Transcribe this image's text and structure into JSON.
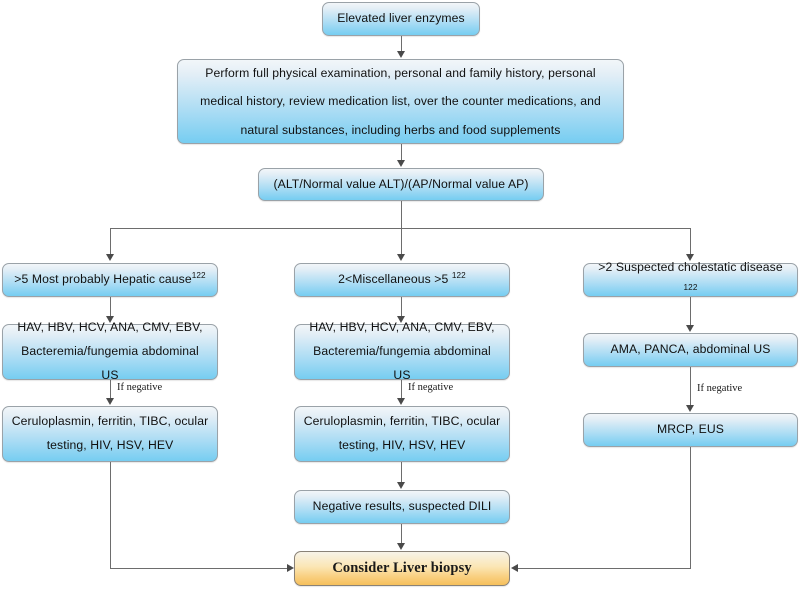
{
  "diagram": {
    "title": "Elevated liver enzymes diagnostic algorithm",
    "colors": {
      "node_fill_top": "#f2f6f9",
      "node_fill_bottom": "#76cdf1",
      "node_border": "#9aa2a8",
      "final_fill_top": "#f7f3e8",
      "final_fill_bottom": "#f6c05c",
      "connector": "#6d6d6d"
    }
  },
  "nodes": {
    "start": {
      "label": "Elevated liver enzymes"
    },
    "workup": {
      "label": "Perform full physical examination, personal and family history, personal\nmedical history, review medication list, over the counter medications, and\nnatural substances, including herbs and food supplements"
    },
    "ratio": {
      "label": "(ALT/Normal value ALT)/(AP/Normal value AP)"
    },
    "branch_hepatic": {
      "label": ">5 Most probably Hepatic cause",
      "ref": "122"
    },
    "branch_misc": {
      "label": "2<Miscellaneous >5 ",
      "ref": "122"
    },
    "branch_cholestatic": {
      "label": ">2 Suspected cholestatic disease ",
      "ref": "122"
    },
    "hepatic_tests_1": {
      "label": "HAV, HBV, HCV, ANA, CMV, EBV,\nBacteremia/fungemia abdominal US"
    },
    "hepatic_tests_2": {
      "label": "Ceruloplasmin, ferritin, TIBC, ocular\ntesting, HIV, HSV, HEV"
    },
    "misc_tests_1": {
      "label": "HAV, HBV, HCV, ANA, CMV, EBV,\nBacteremia/fungemia abdominal US"
    },
    "misc_tests_2": {
      "label": "Ceruloplasmin, ferritin, TIBC, ocular\ntesting, HIV, HSV, HEV"
    },
    "cholestatic_tests_1": {
      "label": "AMA, PANCA, abdominal US"
    },
    "cholestatic_tests_2": {
      "label": "MRCP, EUS"
    },
    "negative_dili": {
      "label": "Negative results, suspected DILI"
    },
    "final_biopsy": {
      "label": "Consider Liver biopsy"
    }
  },
  "edge_labels": {
    "hepatic_if_negative": "If negative",
    "misc_if_negative": "If negative",
    "cholestatic_if_negative": "If negative"
  }
}
